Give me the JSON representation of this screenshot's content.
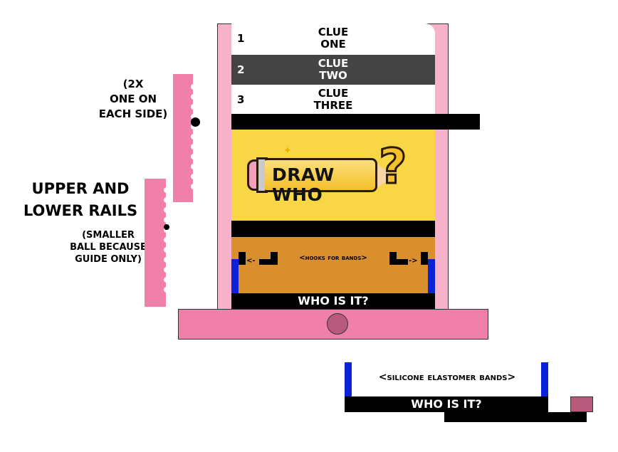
{
  "notes": {
    "rail_count_line1": "(2X",
    "rail_count_line2": "ONE ON",
    "rail_count_line3": "EACH SIDE)",
    "rails_line1": "UPPER AND",
    "rails_line2": "LOWER RAILS",
    "small_ball_line1": "(SMALLER",
    "small_ball_line2": "BALL BECAUSE",
    "small_ball_line3": "GUIDE ONLY)"
  },
  "clues": [
    {
      "number": "1",
      "line1": "CLUE",
      "line2": "ONE"
    },
    {
      "number": "2",
      "line1": "CLUE",
      "line2": "TWO"
    },
    {
      "number": "3",
      "line1": "CLUE",
      "line2": "THREE"
    }
  ],
  "logo": {
    "text": "DRAW WHO",
    "mark": "?"
  },
  "hooks": {
    "label": "<HOOKS FOR BANDS>",
    "arrow_left": "<-",
    "arrow_right": "->"
  },
  "who_is_it": "WHO IS IT?",
  "bands": {
    "label": "<SILICONE ELASTOMER BANDS>",
    "who_is_it": "WHO IS IT?"
  },
  "colors": {
    "rail_pink": "#f080aa",
    "frame_pink": "#f6b1cb",
    "logo_yellow": "#f9d646",
    "hook_orange": "#d98f2e",
    "band_post_blue": "#0b22d6",
    "knob_mauve": "#b85a7c"
  }
}
